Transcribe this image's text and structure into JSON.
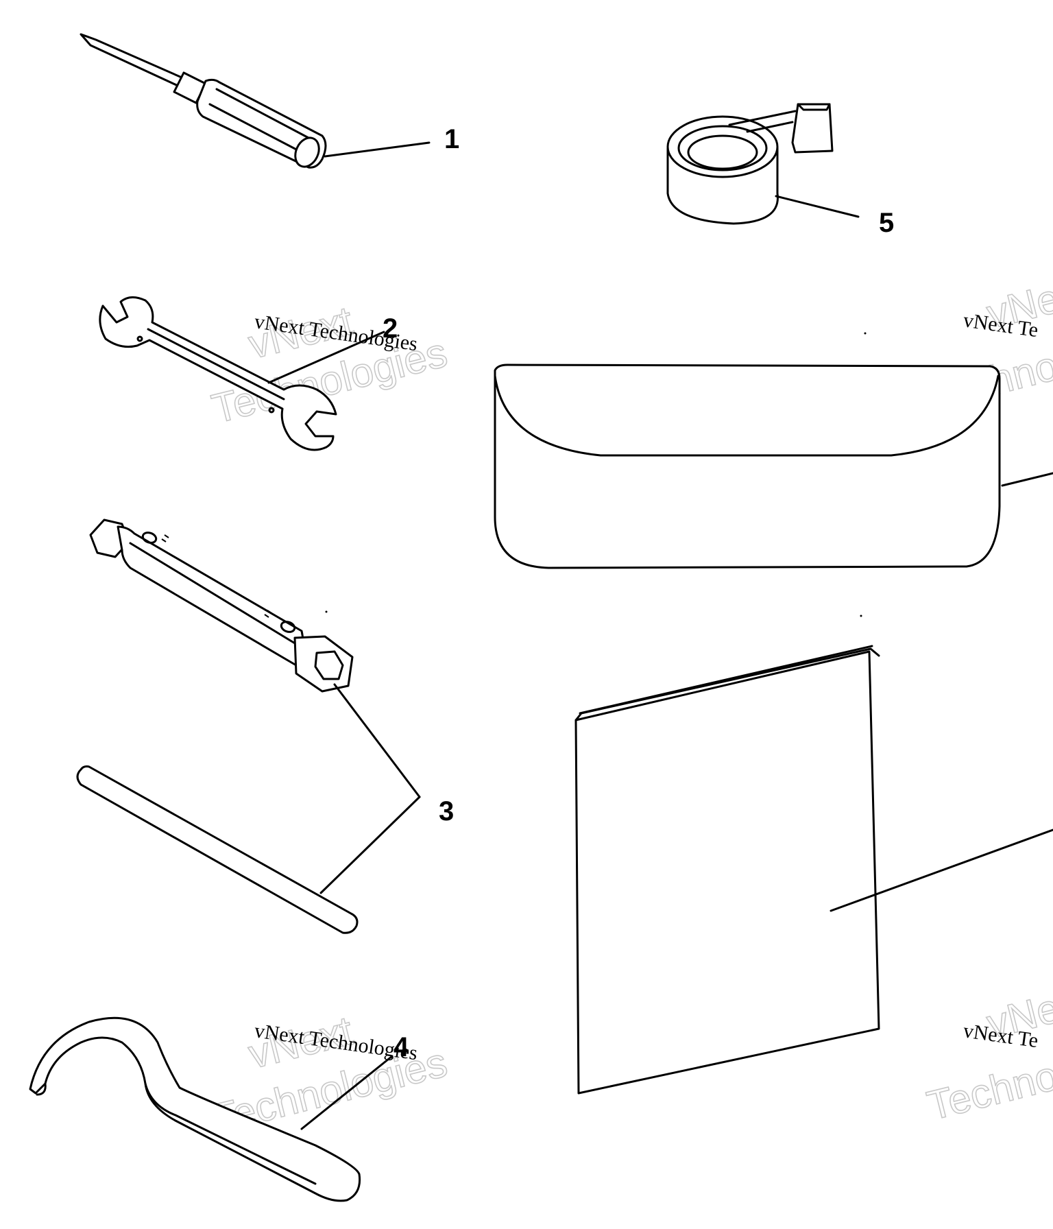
{
  "callouts": {
    "c1": "1",
    "c2": "2",
    "c3": "3",
    "c4": "4",
    "c5": "5"
  },
  "watermark": {
    "line1": "vNext",
    "line2": "Technologies",
    "caption": "vNext Technologies",
    "caption_right_clipped": "vNext Te",
    "big_right_clipped": "Techno",
    "vnext_right_clipped": "vNe"
  },
  "colors": {
    "ink": "#000000",
    "paper": "#ffffff",
    "watermark": "#c8c8c8"
  }
}
